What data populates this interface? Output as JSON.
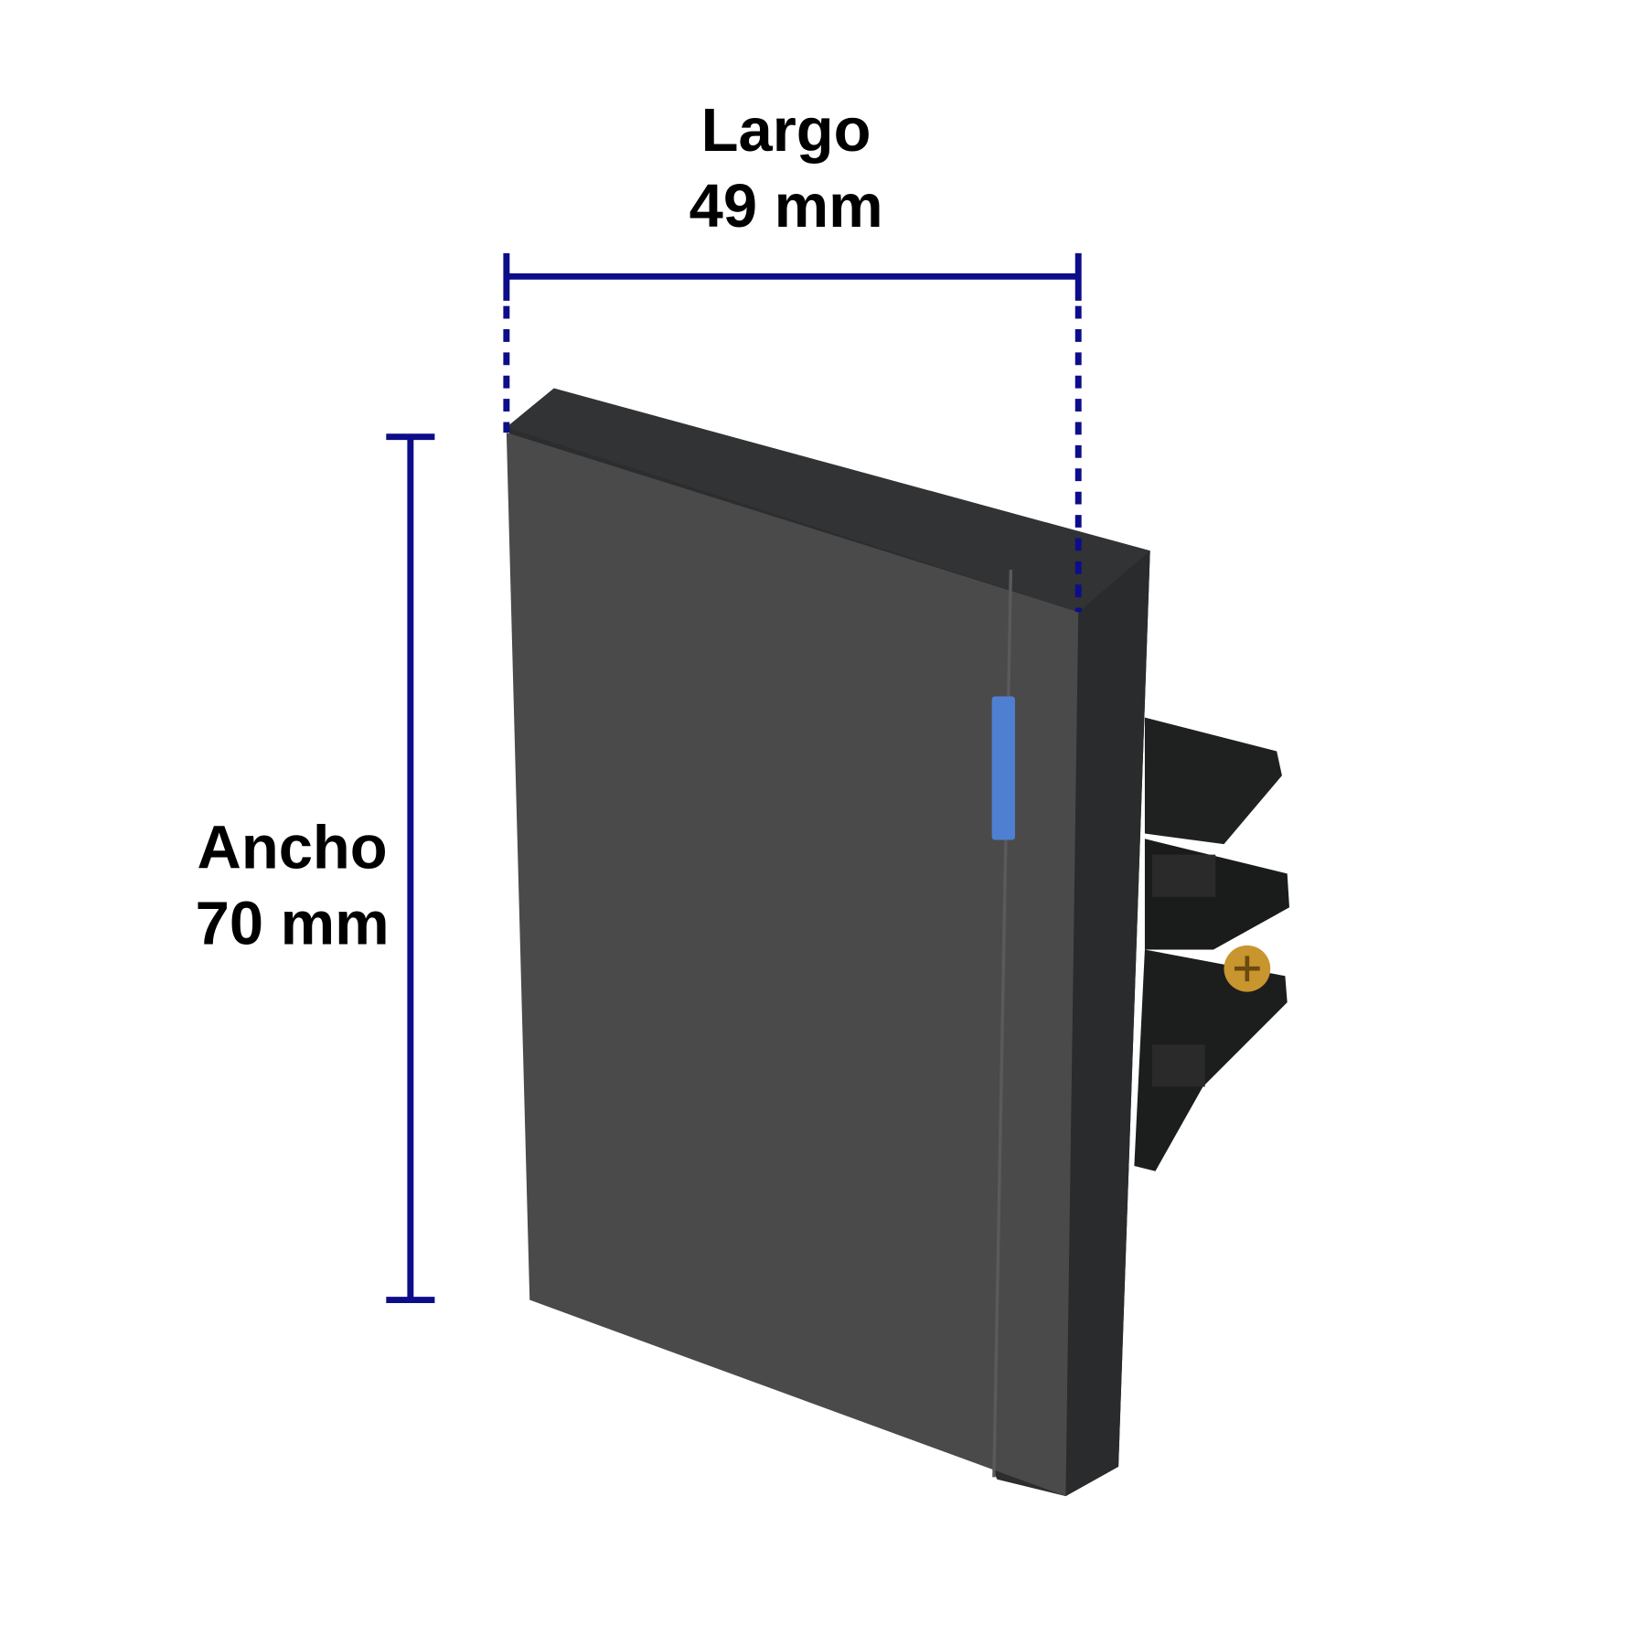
{
  "dimensions": {
    "length": {
      "label": "Largo",
      "value": "49 mm"
    },
    "width": {
      "label": "Ancho",
      "value": "70 mm"
    }
  },
  "colors": {
    "dimension_line": "#0d0d8a",
    "plate": "#4a4a4a",
    "plate_edge": "#2c2d2e",
    "indicator": "#4f7fd0",
    "screw": "#c8952e"
  },
  "icons": [
    "light-switch-product-image"
  ]
}
